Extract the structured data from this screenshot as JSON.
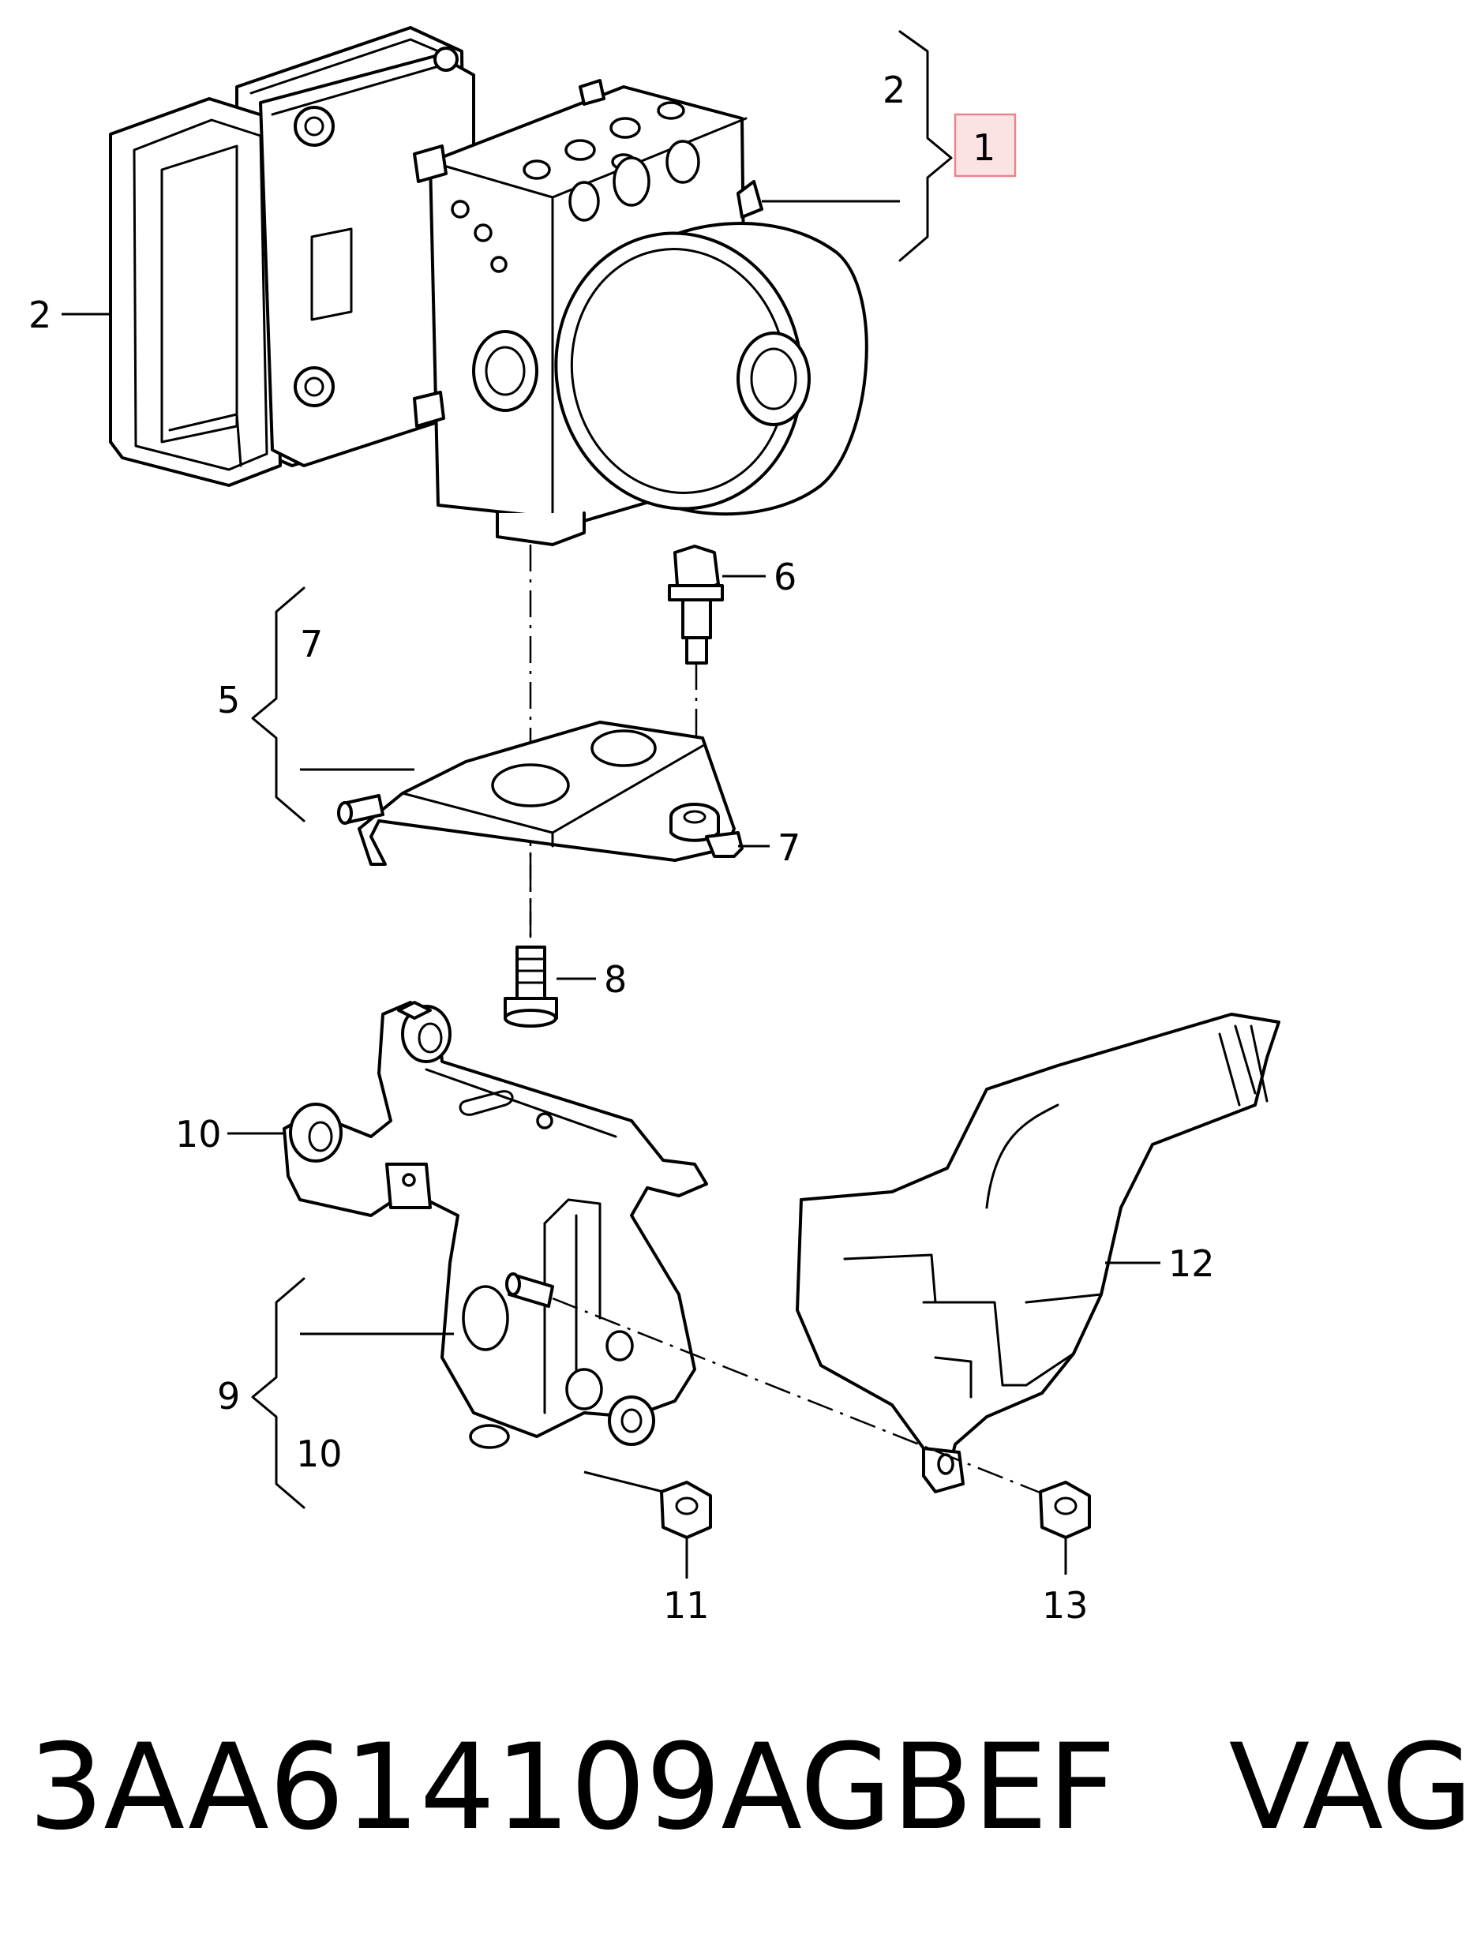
{
  "callouts": {
    "c1": "1",
    "c2_top": "2",
    "c2_left": "2",
    "c5": "5",
    "c6": "6",
    "c7_group": "7",
    "c7_right": "7",
    "c8": "8",
    "c9": "9",
    "c10_left": "10",
    "c10_group": "10",
    "c11": "11",
    "c12": "12",
    "c13": "13"
  },
  "colors": {
    "highlight_fill": "#fbe3e4",
    "highlight_border": "#e8848c",
    "line": "#000000"
  },
  "footer": {
    "part_code": "3AA614109AGBEF   VAG"
  }
}
